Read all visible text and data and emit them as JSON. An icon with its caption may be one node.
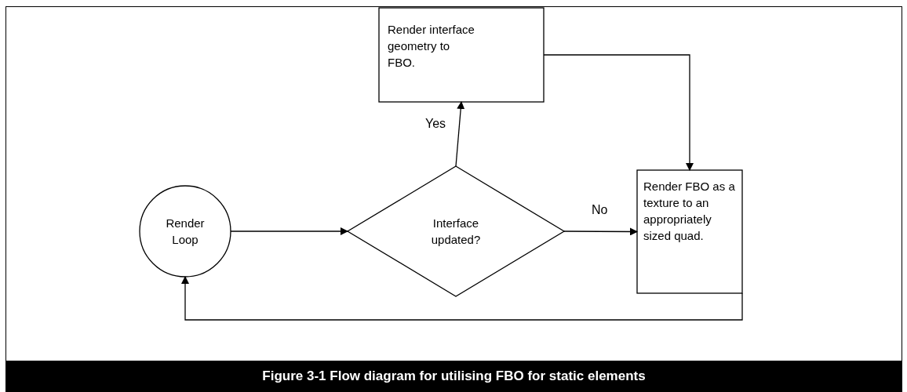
{
  "diagram": {
    "caption": "Figure 3-1 Flow diagram for utilising FBO for static elements",
    "nodes": [
      {
        "text": [
          "Render Loop"
        ]
      },
      {
        "text": [
          "Interface updated?"
        ]
      },
      {
        "text": [
          "Render interface geometry to FBO."
        ]
      },
      {
        "text": [
          "Render FBO as a texture to an appropriately sized quad."
        ]
      }
    ],
    "edges": [
      {
        "from": 0,
        "to": 1,
        "arrow": "to"
      },
      {
        "from": 1,
        "to": 2,
        "arrow": "to",
        "label": "Yes"
      },
      {
        "from": 1,
        "to": 3,
        "arrow": "to",
        "label": "No"
      },
      {
        "from": 2,
        "to": 3,
        "arrow": "to"
      },
      {
        "from": 3,
        "to": 0,
        "arrow": "to"
      }
    ]
  }
}
